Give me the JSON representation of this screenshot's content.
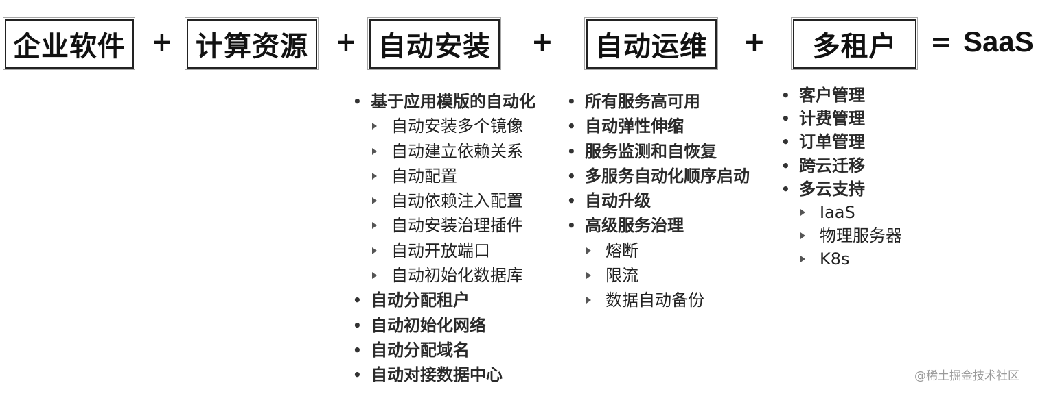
{
  "equation": {
    "terms": [
      "企业软件",
      "计算资源",
      "自动安装",
      "自动运维",
      "多租户"
    ],
    "operators": [
      "+",
      "+",
      "+",
      "+",
      "="
    ],
    "result": "SaaS"
  },
  "install_features": [
    {
      "label": "基于应用模版的自动化",
      "children": [
        "自动安装多个镜像",
        "自动建立依赖关系",
        "自动配置",
        "自动依赖注入配置",
        "自动安装治理插件",
        "自动开放端口",
        "自动初始化数据库"
      ]
    },
    {
      "label": "自动分配租户",
      "children": []
    },
    {
      "label": "自动初始化网络",
      "children": []
    },
    {
      "label": "自动分配域名",
      "children": []
    },
    {
      "label": "自动对接数据中心",
      "children": []
    }
  ],
  "ops_features": [
    {
      "label": "所有服务高可用",
      "children": []
    },
    {
      "label": "自动弹性伸缩",
      "children": []
    },
    {
      "label": "服务监测和自恢复",
      "children": []
    },
    {
      "label": "多服务自动化顺序启动",
      "children": []
    },
    {
      "label": "自动升级",
      "children": []
    },
    {
      "label": "高级服务治理",
      "children": [
        "熔断",
        "限流",
        "数据自动备份"
      ]
    }
  ],
  "tenant_features": [
    {
      "label": "客户管理",
      "children": []
    },
    {
      "label": "计费管理",
      "children": []
    },
    {
      "label": "订单管理",
      "children": []
    },
    {
      "label": "跨云迁移",
      "children": []
    },
    {
      "label": "多云支持",
      "children": [
        "IaaS",
        "物理服务器",
        "K8s"
      ]
    }
  ],
  "watermark": "@稀土掘金技术社区"
}
